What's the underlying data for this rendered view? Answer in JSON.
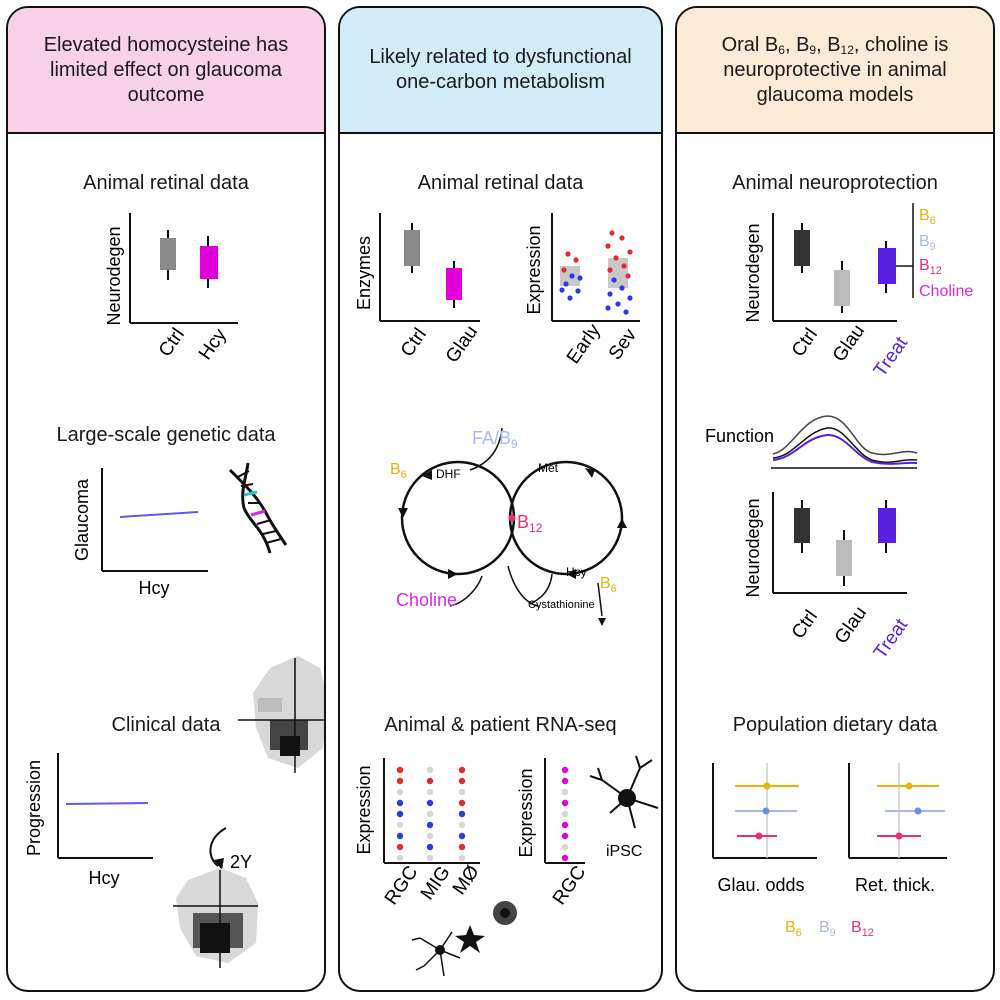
{
  "panels": [
    {
      "header": "Elevated homocysteine has limited effect on glaucoma outcome",
      "sections": [
        {
          "title": "Animal retinal data",
          "ylabel": "Neurodegen",
          "categories": [
            "Ctrl",
            "Hcy"
          ]
        },
        {
          "title": "Large-scale genetic data",
          "ylabel": "Glaucoma",
          "xlabel": "Hcy"
        },
        {
          "title": "Clinical data",
          "ylabel": "Progression",
          "xlabel": "Hcy",
          "arrow_label": "2Y"
        }
      ]
    },
    {
      "header": "Likely related to dysfunctional one-carbon metabolism",
      "sections": [
        {
          "title": "Animal retinal data",
          "chart_a": {
            "ylabel": "Enzymes",
            "categories": [
              "Ctrl",
              "Glau"
            ]
          },
          "chart_b": {
            "ylabel": "Expression",
            "categories": [
              "Early",
              "Sev"
            ]
          }
        },
        {
          "pathway": {
            "fa": "FA/B",
            "fa_sub": "9",
            "b6": "B",
            "b6_sub": "6",
            "dhf": "DHF",
            "met": "Met",
            "b12": "B",
            "b12_sub": "12",
            "hcy": "Hcy",
            "b6b": "B",
            "b6b_sub": "6",
            "choline": "Choline",
            "cystathionine": "Cystathionine"
          }
        },
        {
          "title": "Animal & patient RNA-seq",
          "chart_a": {
            "ylabel": "Expression",
            "categories": [
              "RGC",
              "MIG",
              "MØ"
            ]
          },
          "chart_b": {
            "ylabel": "Expression",
            "categories": [
              "RGC"
            ]
          },
          "cell_label": "iPSC"
        }
      ]
    },
    {
      "header": "Oral B6, B9, B12, choline is neuroprotective in animal glaucoma models",
      "header_parts": {
        "pre": "Oral B",
        "s1": "6",
        "m1": ", B",
        "s2": "9",
        "m2": ", B",
        "s3": "12",
        "post1": ", choline is",
        "post2": "neuroprotective in animal",
        "post3": "glaucoma models"
      },
      "sections": [
        {
          "title": "Animal neuroprotection",
          "ylabel": "Neurodegen",
          "categories": [
            "Ctrl",
            "Glau",
            "Treat"
          ],
          "legend": [
            {
              "label": "B",
              "sub": "6",
              "color": "#e9b30c"
            },
            {
              "label": "B",
              "sub": "9",
              "color": "#a9b8ef"
            },
            {
              "label": "B",
              "sub": "12",
              "color": "#e8306b"
            },
            {
              "label": "Choline",
              "sub": "",
              "color": "#d42ae0"
            }
          ]
        },
        {
          "function_label": "Function",
          "ylabel": "Neurodegen",
          "categories": [
            "Ctrl",
            "Glau",
            "Treat"
          ]
        },
        {
          "title": "Population dietary data",
          "chart_a": {
            "xlabel": "Glau. odds"
          },
          "chart_b": {
            "xlabel": "Ret. thick."
          },
          "legend": [
            {
              "label": "B",
              "sub": "6",
              "color": "#e9b30c"
            },
            {
              "label": "B",
              "sub": "9",
              "color": "#a9b8ef"
            },
            {
              "label": "B",
              "sub": "12",
              "color": "#e8306b"
            }
          ]
        }
      ]
    }
  ],
  "colors": {
    "magenta": "#e000d8",
    "gray": "#8a8a8a",
    "dark": "#3a3a3a",
    "purple": "#5a1fe0",
    "blue_line": "#5b5bf0",
    "red_dot": "#e8282a",
    "blue_dot": "#2a3ae8",
    "b6": "#e9b30c",
    "b9": "#a9b8ef",
    "b12": "#e8306b"
  }
}
